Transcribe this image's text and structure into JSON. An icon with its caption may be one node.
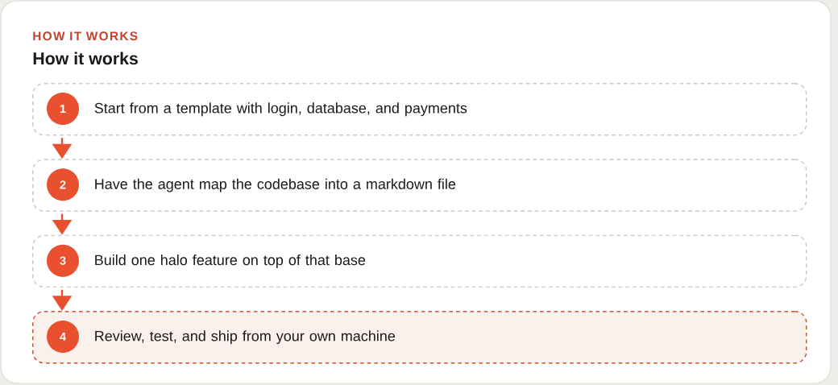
{
  "diagram": {
    "title": "How it works",
    "nodes": [
      {
        "text": [
          "Start from a template with login, database, and payments"
        ]
      },
      {
        "text": [
          "1"
        ],
        "in": 0
      },
      {
        "text": [
          "Have the agent map the codebase into a markdown file"
        ]
      },
      {
        "text": [
          "2"
        ],
        "in": 2
      },
      {
        "text": [
          "Build one halo feature on top of that base"
        ]
      },
      {
        "text": [
          "3"
        ],
        "in": 4
      },
      {
        "text": [
          "Review, test, and ship from your own machine"
        ]
      },
      {
        "text": [
          "4"
        ],
        "in": 6
      }
    ],
    "edges": [
      {
        "from": 0,
        "to": 2,
        "arrow": "to"
      },
      {
        "from": 2,
        "to": 4,
        "arrow": "to"
      },
      {
        "from": 4,
        "to": 6,
        "arrow": "to"
      }
    ],
    "labels": [
      "HOW IT WORKS"
    ]
  }
}
